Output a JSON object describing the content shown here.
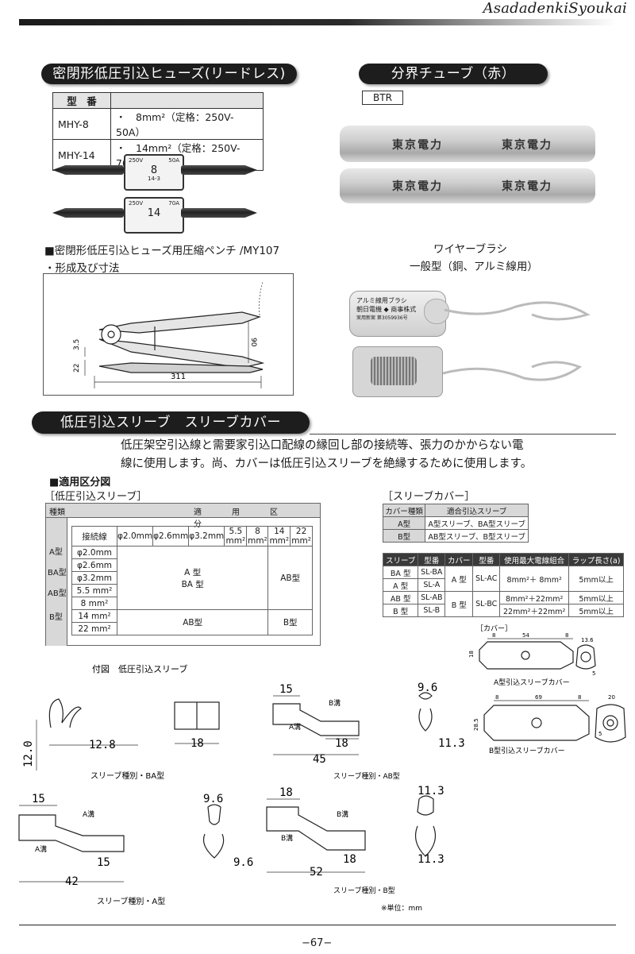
{
  "header": {
    "brand": "AsadadenkiSyoukai"
  },
  "fuse_section": {
    "title": "密閉形低圧引込ヒューズ(リードレス)",
    "table_headers": [
      "型　番",
      ""
    ],
    "rows": [
      {
        "model": "MHY-8",
        "desc": "・　8mm²（定格：250V-50A）"
      },
      {
        "model": "MHY-14",
        "desc": "・　14mm²（定格：250V-70A）"
      }
    ],
    "fuse_labels": [
      {
        "volt": "250V",
        "size": "8",
        "amp": "50A",
        "code": "14-3"
      },
      {
        "volt": "250V",
        "size": "14",
        "amp": "70A",
        "code": ""
      }
    ]
  },
  "tube_section": {
    "title": "分界チューブ（赤）",
    "code": "BTR",
    "tube_text": "東京電力"
  },
  "plier_section": {
    "title": "■密閉形低圧引込ヒューズ用圧縮ペンチ /MY107",
    "subtitle": "・形成及び寸法",
    "dims": {
      "d90": "90",
      "d35": "3.5",
      "d22": "22",
      "d311": "311"
    }
  },
  "brush_section": {
    "caption1": "ワイヤーブラシ",
    "caption2": "一般型（銅、アルミ線用）",
    "label_lines": [
      "アルミ線用ブラシ",
      "朝日電機 ◆ 商事株式",
      "実用新案 第3059936号"
    ]
  },
  "sleeve_section": {
    "title": "低圧引込スリーブ　スリーブカバー",
    "para1": "低圧架空引込線と需要家引込口配線の縁回し部の接続等、張力のかからない電",
    "para2": "線に使用します。尚、カバーは低圧引込スリーブを絶縁するために使用します。",
    "classification_title": "■適用区分図",
    "left_table_title": "［低圧引込スリーブ］",
    "left_header": {
      "type": "種類",
      "usage": "適　　用　　区　　分"
    },
    "left_types": [
      "A型",
      "BA型",
      "AB型",
      "B型"
    ],
    "col_label": "接続線",
    "col_heads": [
      "φ2.0mm",
      "φ2.6mm",
      "φ3.2mm",
      "5.5 mm²",
      "8 mm²",
      "14 mm²",
      "22 mm²"
    ],
    "row_heads": [
      "φ2.0mm",
      "φ2.6mm",
      "φ3.2mm",
      "5.5 mm²",
      "8 mm²",
      "14 mm²",
      "22 mm²"
    ],
    "cells": {
      "aba": "A 型\nBA 型",
      "ab1": "AB型",
      "ab2": "AB型",
      "b": "B型"
    },
    "right_table_title": "［スリーブカバー］",
    "cover_table": {
      "headers": [
        "カバー種類",
        "適合引込スリーブ"
      ],
      "rows": [
        [
          "A型",
          "A型スリーブ、BA型スリーブ"
        ],
        [
          "B型",
          "AB型スリーブ、B型スリーブ"
        ]
      ]
    },
    "spec_table": {
      "headers": [
        "スリーブ",
        "型番",
        "カバー",
        "型番",
        "使用最大電線組合",
        "ラップ長さ(a)"
      ],
      "rows": [
        [
          "BA 型",
          "SL-BA",
          "A 型",
          "SL-AC",
          "8mm²＋ 8mm²",
          "5mm以上"
        ],
        [
          "A 型",
          "SL-A",
          "",
          "",
          "",
          ""
        ],
        [
          "AB 型",
          "SL-AB",
          "B 型",
          "SL-BC",
          "8mm²＋22mm²",
          "5mm以上"
        ],
        [
          "B 型",
          "SL-B",
          "",
          "",
          "22mm²＋22mm²",
          "5mm以上"
        ]
      ]
    }
  },
  "drawings": {
    "fig_title": "付図　低圧引込スリーブ",
    "cover_label": "［カバー］",
    "a_cover": {
      "d8a": "8",
      "d54": "54",
      "d8b": "8",
      "d136": "13.6",
      "d18": "18",
      "d5": "5",
      "caption": "A型引込スリーブカバー"
    },
    "b_cover": {
      "d8a": "8",
      "d69": "69",
      "d8b": "8",
      "d20": "20",
      "d285": "28.5",
      "d5": "5",
      "caption": "B型引込スリーブカバー"
    },
    "ba": {
      "d120": "12.0",
      "d128": "12.8",
      "d18": "18",
      "caption": "スリーブ種別・BA型"
    },
    "ab": {
      "d15": "15",
      "bmizo": "B溝",
      "amizo": "A溝",
      "d18": "18",
      "d45": "45",
      "caption": "スリーブ種別・AB型"
    },
    "ab_end": {
      "d96": "9.6",
      "d113": "11.3"
    },
    "a": {
      "d15a": "15",
      "amizo1": "A溝",
      "amizo2": "A溝",
      "d15b": "15",
      "d42": "42",
      "caption": "スリーブ種別・A型"
    },
    "a_end": {
      "d96a": "9.6",
      "d96b": "9.6"
    },
    "b": {
      "d18": "18",
      "bmizo1": "B溝",
      "bmizo2": "B溝",
      "d18b": "18",
      "d52": "52",
      "caption": "スリーブ種別・B型"
    },
    "b_end": {
      "d113a": "11.3",
      "d113b": "11.3"
    },
    "unit_note": "※単位：mm"
  },
  "footer": {
    "page": "−67−"
  }
}
